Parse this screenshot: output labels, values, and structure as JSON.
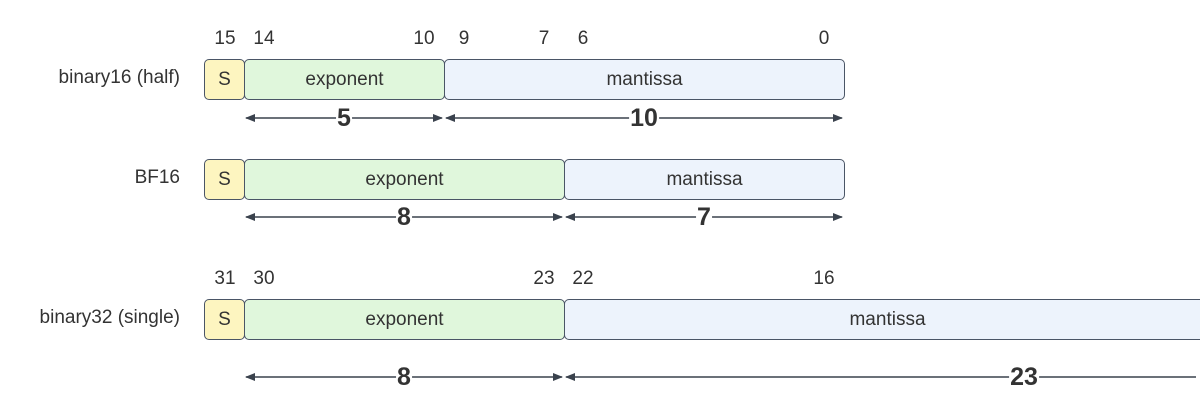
{
  "formats": [
    {
      "name": "binary16 (half)",
      "sign_label": "S",
      "exponent_label": "exponent",
      "mantissa_label": "mantissa",
      "bit_numbers": [
        "15",
        "14",
        "10",
        "9",
        "7",
        "6",
        "0"
      ],
      "exponent_bits": "5",
      "mantissa_bits": "10"
    },
    {
      "name": "BF16",
      "sign_label": "S",
      "exponent_label": "exponent",
      "mantissa_label": "mantissa",
      "bit_numbers": [],
      "exponent_bits": "8",
      "mantissa_bits": "7"
    },
    {
      "name": "binary32 (single)",
      "sign_label": "S",
      "exponent_label": "exponent",
      "mantissa_label": "mantissa",
      "bit_numbers": [
        "31",
        "30",
        "23",
        "22",
        "16"
      ],
      "exponent_bits": "8",
      "mantissa_bits": "23"
    }
  ],
  "colors": {
    "sign": "#fdf5c0",
    "exponent": "#e0f7dc",
    "mantissa": "#edf3fc",
    "border": "#4a5566",
    "arrow": "#3a424d"
  }
}
